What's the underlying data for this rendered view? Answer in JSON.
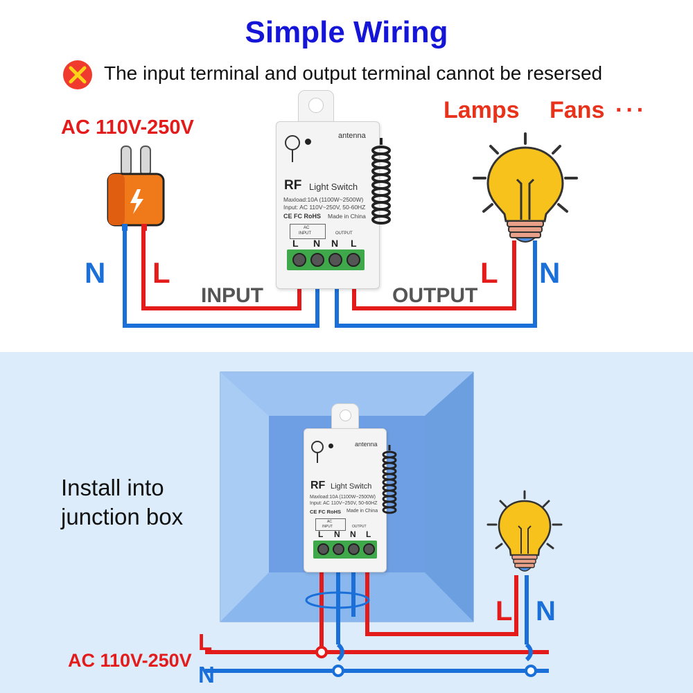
{
  "title": "Simple Wiring",
  "warning": {
    "icon": "x-warning-icon",
    "text": "The input terminal and output terminal cannot be resersed"
  },
  "power": {
    "voltage_top": "AC 110V-250V",
    "voltage_bottom": "AC 110V-250V"
  },
  "loads": {
    "lamps": "Lamps",
    "fans": "Fans",
    "more": "···"
  },
  "wires": {
    "n_left": "N",
    "l_left": "L",
    "l_right": "L",
    "n_right": "N",
    "input": "INPUT",
    "output": "OUTPUT",
    "l_bottom_lamp": "L",
    "n_bottom_lamp": "N",
    "l_main": "L",
    "n_main": "N"
  },
  "device": {
    "rf": "RF",
    "name": "Light Switch",
    "maxload": "Maxload:10A (1100W~2500W)",
    "input_spec": "Input: AC 110V~250V, 50-60HZ",
    "certs": "CE FC RoHS",
    "made": "Made in China",
    "antenna": "antenna",
    "input_tag": "INPUT",
    "output_tag": "OUTPUT",
    "ac_tag": "AC",
    "terminals": [
      "L",
      "N",
      "N",
      "L"
    ]
  },
  "install_text": "Install into junction box",
  "colors": {
    "title": "#1515d8",
    "live": "#e31b1b",
    "neutral": "#1a6fd8",
    "terminal_block": "#3ea84a",
    "bulb": "#f7c21b",
    "plug": "#f07a1a",
    "junction_box": "#7fb0ec",
    "lower_background": "#dcecfb"
  }
}
